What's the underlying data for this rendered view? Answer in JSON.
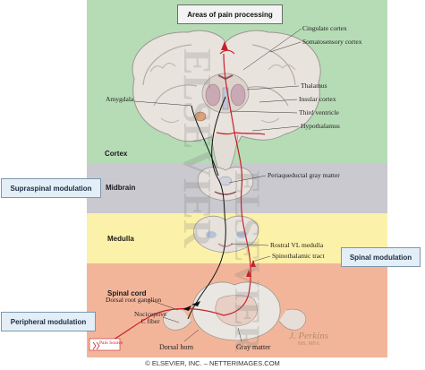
{
  "title": "Areas of pain processing",
  "regions": {
    "cortex": "Cortex",
    "midbrain": "Midbrain",
    "medulla": "Medulla",
    "spinal_cord": "Spinal cord"
  },
  "labels": {
    "cingulate_cortex": "Cingulate cortex",
    "somatosensory_cortex": "Somatosensory cortex",
    "amygdala": "Amygdala",
    "thalamus": "Thalamus",
    "insular_cortex": "Insular cortex",
    "third_ventricle": "Third ventricle",
    "hypothalamus": "Hypothalamus",
    "periaqueductal_gray": "Periaqueductal gray matter",
    "rostral_vl_medulla": "Rostral VL medulla",
    "spinothalamic_tract": "Spinothalamic tract",
    "dorsal_root_ganglion": "Dorsal root ganglion",
    "nociceptive_c_fiber": "Nociceptive\nC fiber",
    "pain_source": "Pain Source",
    "dorsal_horn": "Dorsal horn",
    "gray_matter": "Gray matter"
  },
  "modulation": {
    "supraspinal": "Supraspinal modulation",
    "spinal": "Spinal modulation",
    "peripheral": "Peripheral modulation"
  },
  "watermark": "ELSEVIER",
  "signature": {
    "name": "J. Perkins",
    "degree": "MS, MFA"
  },
  "footer": "© ELSEVIER, INC. – NETTERIMAGES.COM",
  "colors": {
    "cortex_band": "#b6dcb6",
    "midbrain_band": "#c9c9cf",
    "medulla_band": "#fbf1a8",
    "spinal_band": "#f3b59a",
    "pathway_red": "#c8202b",
    "pathway_black": "#111111"
  }
}
